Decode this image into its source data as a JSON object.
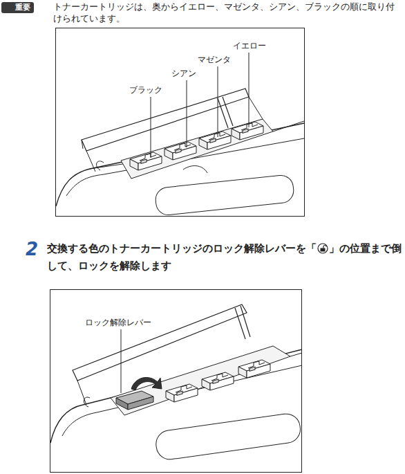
{
  "diagram": {
    "labels": [
      "重要",
      "トナーカートリッジは、奥からイエロー、マゼンタ、シアン、ブラックの順に取り付けられています。",
      "イエロー",
      "マゼンタ",
      "シアン",
      "ブラック",
      "2",
      "交換する色のトナーカートリッジのロック解除レバーを「",
      "」の位置まで倒して、ロックを解除します",
      "ロック解除レバー"
    ]
  }
}
